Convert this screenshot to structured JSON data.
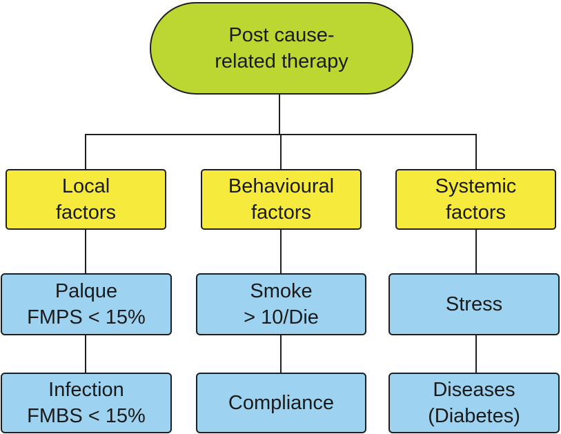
{
  "colors": {
    "root_fill": "#bcd632",
    "category_fill": "#f6ea3c",
    "item_fill": "#9dd3f0",
    "border": "#1e1e1e"
  },
  "root": {
    "lines": [
      "Post cause-",
      "related therapy"
    ]
  },
  "columns": [
    {
      "category": {
        "lines": [
          "Local",
          "factors"
        ]
      },
      "items": [
        {
          "lines": [
            "Palque",
            "FMPS < 15%"
          ]
        },
        {
          "lines": [
            "Infection",
            "FMBS < 15%"
          ]
        }
      ]
    },
    {
      "category": {
        "lines": [
          "Behavioural",
          "factors"
        ]
      },
      "items": [
        {
          "lines": [
            "Smoke",
            "> 10/Die"
          ]
        },
        {
          "lines": [
            "Compliance"
          ]
        }
      ]
    },
    {
      "category": {
        "lines": [
          "Systemic",
          "factors"
        ]
      },
      "items": [
        {
          "lines": [
            "Stress"
          ]
        },
        {
          "lines": [
            "Diseases",
            "(Diabetes)"
          ]
        }
      ]
    }
  ]
}
